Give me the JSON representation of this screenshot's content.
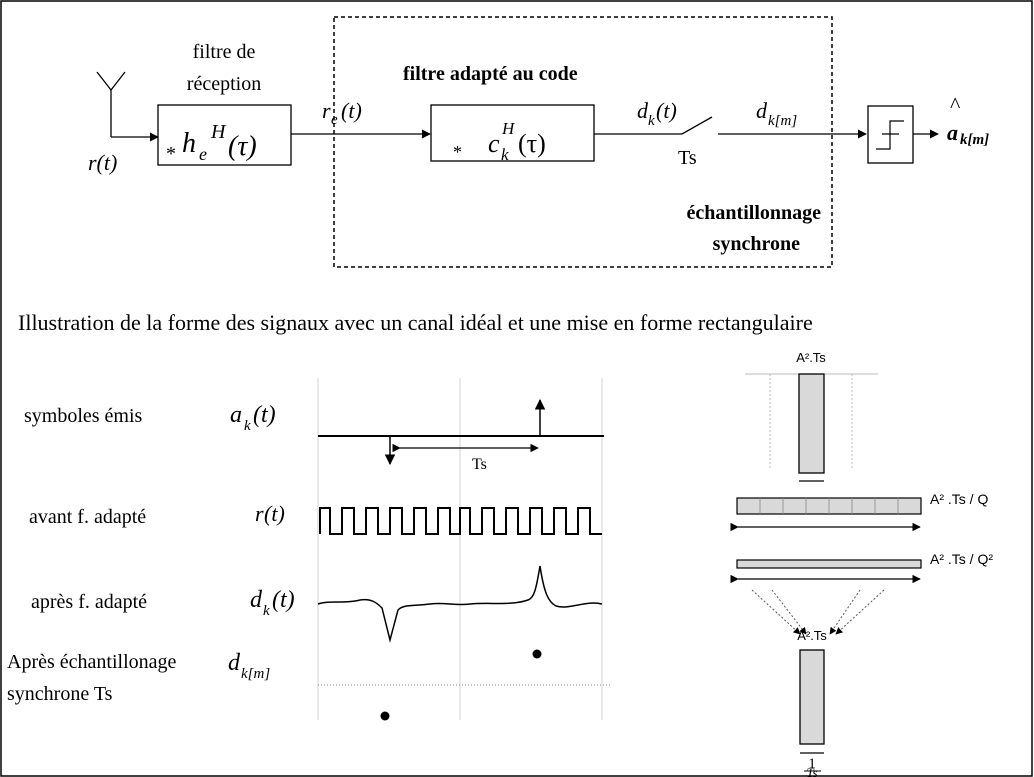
{
  "block_diagram": {
    "filter_label_line1": "filtre de",
    "filter_label_line2": "réception",
    "rx_filter_symbol": "h",
    "rx_filter_sub": "e",
    "rx_filter_sup": "H",
    "rx_filter_arg": "(τ)",
    "input_signal": "r(t)",
    "re_signal": "r",
    "re_sub": "e",
    "re_arg": "(t)",
    "code_filter_title": "filtre adapté au code",
    "code_filter_symbol": "c",
    "code_filter_sub": "k",
    "code_filter_sup": "H",
    "code_filter_arg": "(τ)",
    "conv_star": "*",
    "dk_signal": "d",
    "dk_sub": "k",
    "dk_arg": "(t)",
    "dkm_signal": "d",
    "dkm_sub": "k[m]",
    "switch_label": "Ts",
    "sampling_line1": "échantillonnage",
    "sampling_line2": "synchrone",
    "output_symbol": "a",
    "output_sub": "k[m]",
    "output_hat": "^"
  },
  "illustration": {
    "title": "Illustration de la forme des signaux avec un canal idéal et une mise en forme rectangulaire",
    "rows": [
      {
        "label": "symboles émis",
        "sym": "a",
        "sub": "k",
        "arg": "(t)"
      },
      {
        "label": "avant f. adapté",
        "sym": "r",
        "sub": "",
        "arg": " (t)"
      },
      {
        "label": "après f. adapté",
        "sym": "d",
        "sub": "k",
        "arg": "(t)"
      },
      {
        "label": "Après échantillonage",
        "label2": "synchrone Ts",
        "sym": "d",
        "sub": "k[m]",
        "arg": ""
      }
    ],
    "ts_label": "Ts"
  },
  "energy_panel": {
    "top_label": "A².Ts",
    "mid_label_1": "A² .Ts / Q",
    "mid_label_2": "A² .Ts / Q²",
    "bottom_label": "A².Ts",
    "fraction_num": "1",
    "fraction_den": "Ts"
  }
}
